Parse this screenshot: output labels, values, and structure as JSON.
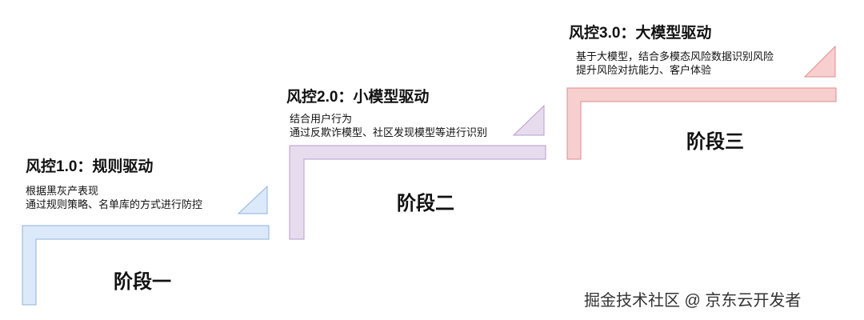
{
  "stages": [
    {
      "title": "风控1.0：规则驱动",
      "desc_lines": [
        "根据黑灰产表现",
        "通过规则策略、名单库的方式进行防控"
      ],
      "label": "阶段一",
      "color": {
        "fill": "#dce9fb",
        "stroke": "#8fb2dc"
      }
    },
    {
      "title": "风控2.0：小模型驱动",
      "desc_lines": [
        "结合用户行为",
        "通过反欺诈模型、社区发现模型等进行识别"
      ],
      "label": "阶段二",
      "color": {
        "fill": "#e6dcee",
        "stroke": "#b89ccb"
      }
    },
    {
      "title": "风控3.0：大模型驱动",
      "desc_lines": [
        "基于大模型，结合多模态风险数据识别风险",
        "提升风险对抗能力、客户体验"
      ],
      "label": "阶段三",
      "color": {
        "fill": "#f8cfcf",
        "stroke": "#de8e8e"
      }
    }
  ],
  "watermark": "掘金技术社区 @ 京东云开发者"
}
